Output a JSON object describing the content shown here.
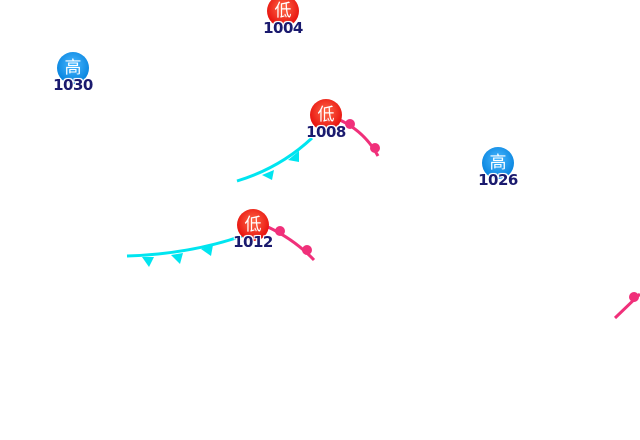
{
  "systems": [
    {
      "type": "low",
      "symbol": "低",
      "pressure": "1004"
    },
    {
      "type": "high",
      "symbol": "高",
      "pressure": "1030"
    },
    {
      "type": "low",
      "symbol": "低",
      "pressure": "1008"
    },
    {
      "type": "high",
      "symbol": "高",
      "pressure": "1026"
    },
    {
      "type": "low",
      "symbol": "低",
      "pressure": "1012"
    }
  ],
  "colors": {
    "low": "#e8140f",
    "high": "#0a86e0",
    "cold_front": "#00e5f0",
    "warm_front": "#f0307a",
    "pressure_text": "#1a1a6e"
  }
}
